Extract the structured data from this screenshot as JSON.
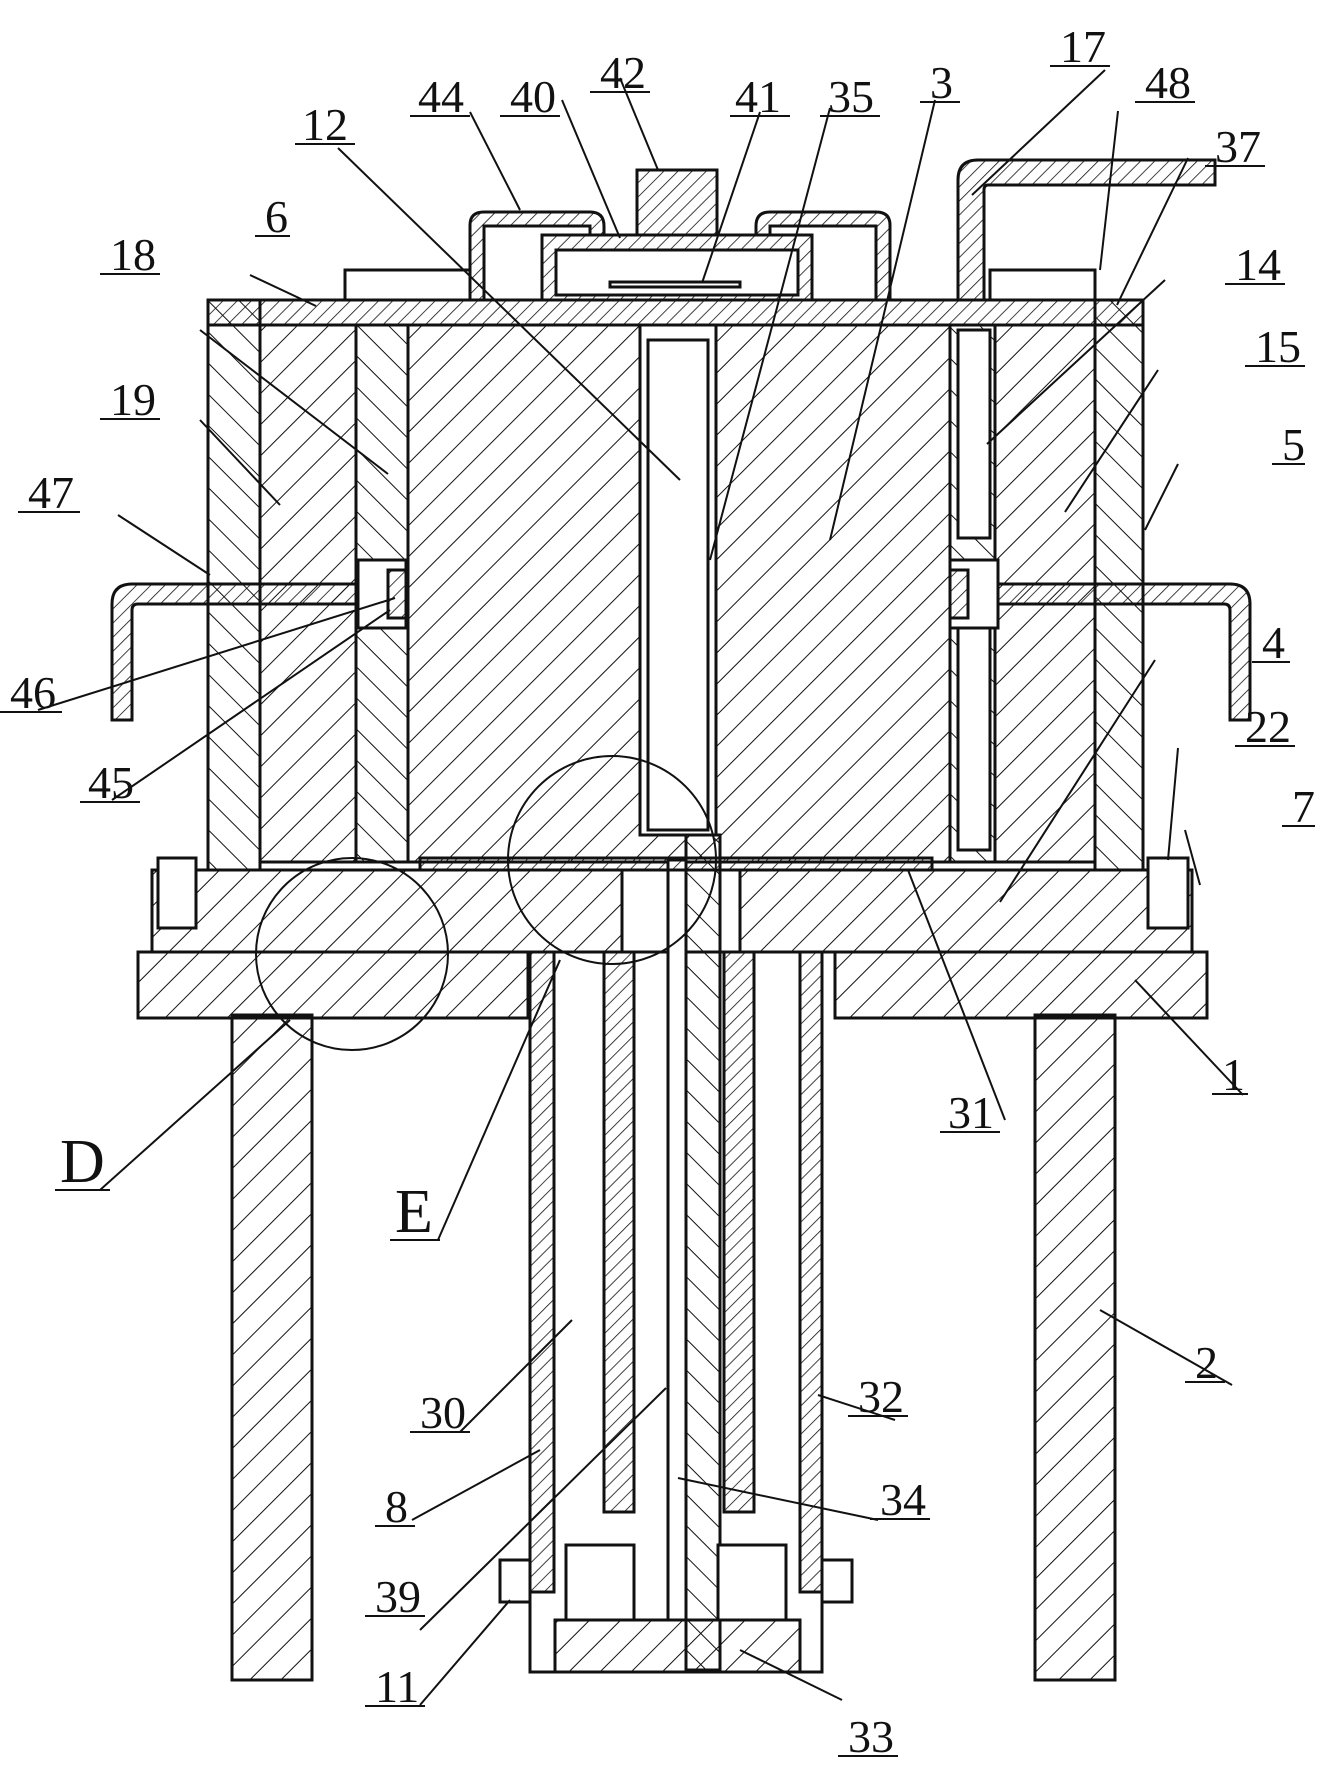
{
  "figure": {
    "labels": [
      "1",
      "2",
      "3",
      "4",
      "5",
      "6",
      "7",
      "8",
      "11",
      "12",
      "14",
      "15",
      "17",
      "18",
      "19",
      "22",
      "30",
      "31",
      "32",
      "33",
      "34",
      "35",
      "37",
      "39",
      "40",
      "41",
      "42",
      "44",
      "45",
      "46",
      "47",
      "48"
    ],
    "detail_labels": [
      "D",
      "E"
    ]
  }
}
